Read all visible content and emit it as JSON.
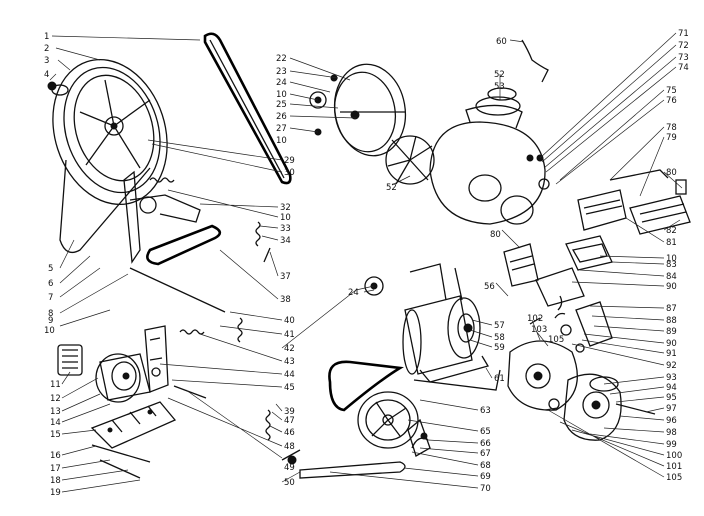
{
  "diagram": {
    "labels": [
      "1",
      "2",
      "3",
      "4",
      "5",
      "6",
      "7",
      "8",
      "9",
      "10",
      "11",
      "12",
      "13",
      "14",
      "15",
      "16",
      "17",
      "18",
      "19",
      "22",
      "23",
      "24",
      "10",
      "25",
      "26",
      "27",
      "10",
      "29",
      "30",
      "32",
      "10",
      "33",
      "34",
      "37",
      "38",
      "40",
      "41",
      "42",
      "43",
      "44",
      "45",
      "39",
      "47",
      "46",
      "48",
      "49",
      "50",
      "24",
      "52",
      "53",
      "60",
      "52",
      "71",
      "72",
      "73",
      "74",
      "75",
      "76",
      "78",
      "79",
      "80",
      "81",
      "82",
      "83",
      "10",
      "84",
      "90",
      "80",
      "56",
      "57",
      "58",
      "59",
      "61",
      "102",
      "103",
      "105",
      "87",
      "88",
      "89",
      "90",
      "91",
      "92",
      "93",
      "94",
      "95",
      "97",
      "96",
      "98",
      "99",
      "100",
      "101",
      "105",
      "63",
      "65",
      "66",
      "67",
      "68",
      "69",
      "70"
    ]
  }
}
